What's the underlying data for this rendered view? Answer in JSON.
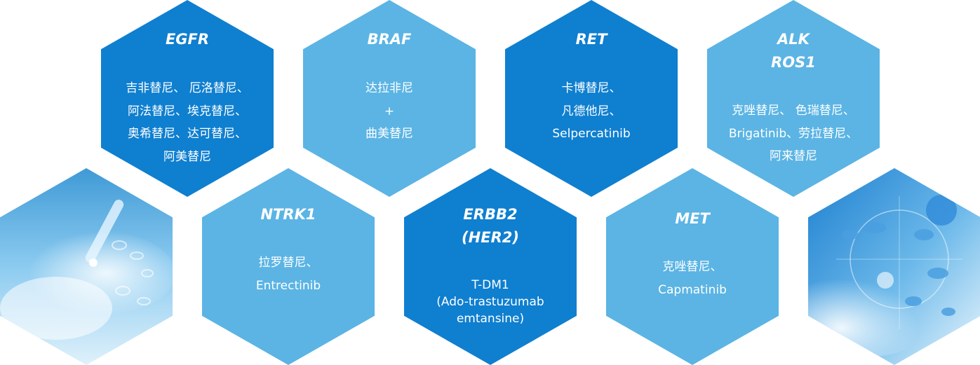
{
  "colors": {
    "dark": "#0f7fd0",
    "light": "#5bb4e4"
  },
  "hexagons": [
    {
      "title": "EGFR",
      "body": "吉非替尼、 厄洛替尼、\n阿法替尼、埃克替尼、\n奥希替尼、达可替尼、\n阿美替尼"
    },
    {
      "title": "BRAF",
      "body": "达拉非尼\n+\n曲美替尼"
    },
    {
      "title": "RET",
      "body": "卡博替尼、\n凡德他尼、\nSelpercatinib"
    },
    {
      "title": "ALK\nROS1",
      "body": "克唑替尼、 色瑞替尼、\nBrigatinib、劳拉替尼、\n阿来替尼"
    },
    {
      "title": "NTRK1",
      "body": "拉罗替尼、\nEntrectinib"
    },
    {
      "title": "ERBB2\n(HER2)",
      "body": "T-DM1\n(Ado-trastuzumab\nemtansine)"
    },
    {
      "title": "MET",
      "body": "克唑替尼、\nCapmatinib"
    }
  ],
  "images": [
    {
      "icon": "pipette-lab-image"
    },
    {
      "icon": "cells-microscope-image"
    }
  ]
}
